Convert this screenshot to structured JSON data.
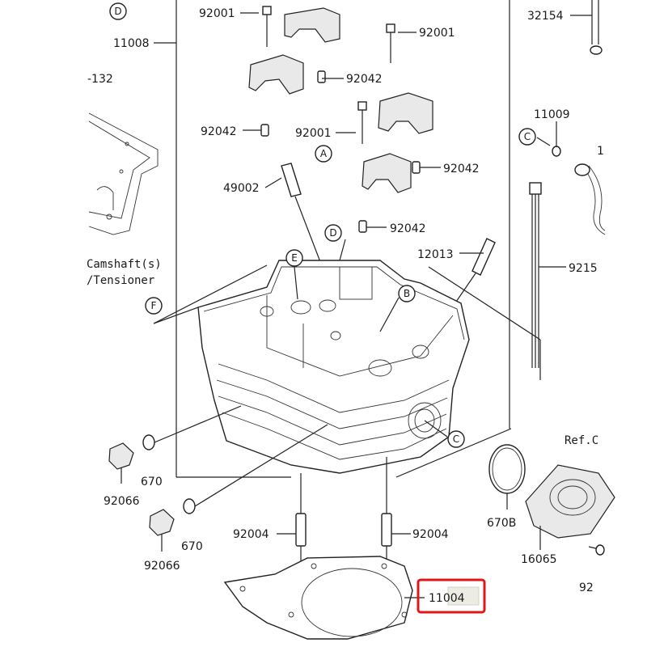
{
  "parts": {
    "p92001_top": "92001",
    "p11008": "11008",
    "p132": "-132",
    "p92001_right": "92001",
    "p92042_a": "92042",
    "p92042_b": "92042",
    "p92001_mid": "92001",
    "p92042_c": "92042",
    "p49002": "49002",
    "p92042_d": "92042",
    "p12013": "12013",
    "p32154": "32154",
    "p11009": "11009",
    "p9215": "9215",
    "p670_a": "670",
    "p92066_a": "92066",
    "p670_b": "670",
    "p92066_b": "92066",
    "p92004_l": "92004",
    "p92004_r": "92004",
    "p11004": "11004",
    "p670B": "670B",
    "p16065": "16065",
    "p92_edge": "92",
    "p1_edge": "1"
  },
  "notes": {
    "camshaft": "Camshaft(s)",
    "tensioner": "/Tensioner",
    "ref": "Ref.C"
  },
  "callouts": {
    "D_top": "D",
    "D_mid": "D",
    "E": "E",
    "A": "A",
    "B": "B",
    "C_head": "C",
    "C_right": "C",
    "F": "F"
  },
  "highlight": {
    "part": "11004",
    "color": "#e0161b"
  }
}
